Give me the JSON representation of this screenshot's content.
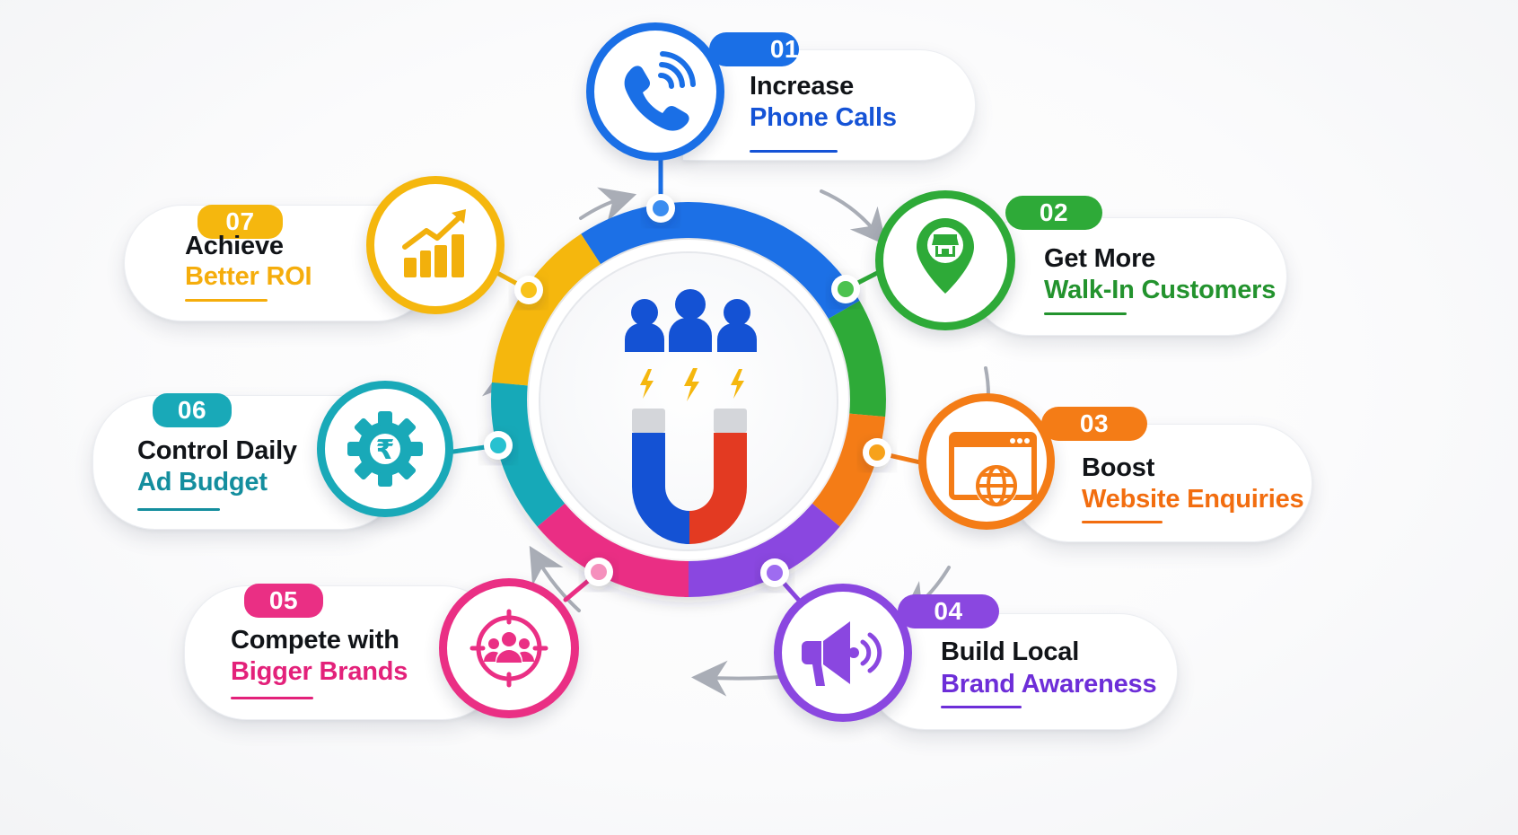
{
  "colors": {
    "blue": "#1565e0",
    "green": "#2eaa38",
    "orange": "#f47c16",
    "purple": "#8a47e0",
    "pink": "#ea2f84",
    "teal": "#19a9b8",
    "yellow": "#f5b70e",
    "magnet_blue": "#1452d4",
    "magnet_red": "#e33a22",
    "arrow_gray": "#a9adb6",
    "title_text": "#111418"
  },
  "center": {
    "icon": "people-magnet-icon",
    "people_icon": "group-users-icon",
    "spark_icon": "lightning-bolt-icon",
    "magnet_icon": "horseshoe-magnet-icon"
  },
  "steps": [
    {
      "number": "01",
      "title": "Increase",
      "subtitle": "Phone Calls",
      "icon": "phone-call-icon",
      "color": "blue"
    },
    {
      "number": "02",
      "title": "Get More",
      "subtitle": "Walk-In Customers",
      "icon": "store-location-pin-icon",
      "color": "green"
    },
    {
      "number": "03",
      "title": "Boost",
      "subtitle": "Website Enquiries",
      "icon": "browser-globe-icon",
      "color": "orange"
    },
    {
      "number": "04",
      "title": "Build Local",
      "subtitle": "Brand Awareness",
      "icon": "megaphone-icon",
      "color": "purple"
    },
    {
      "number": "05",
      "title": "Compete with",
      "subtitle": "Bigger Brands",
      "icon": "target-audience-icon",
      "color": "pink"
    },
    {
      "number": "06",
      "title": "Control Daily",
      "subtitle": "Ad Budget",
      "icon": "rupee-gear-icon",
      "color": "teal"
    },
    {
      "number": "07",
      "title": "Achieve",
      "subtitle": "Better ROI",
      "icon": "growth-chart-icon",
      "color": "yellow"
    }
  ]
}
